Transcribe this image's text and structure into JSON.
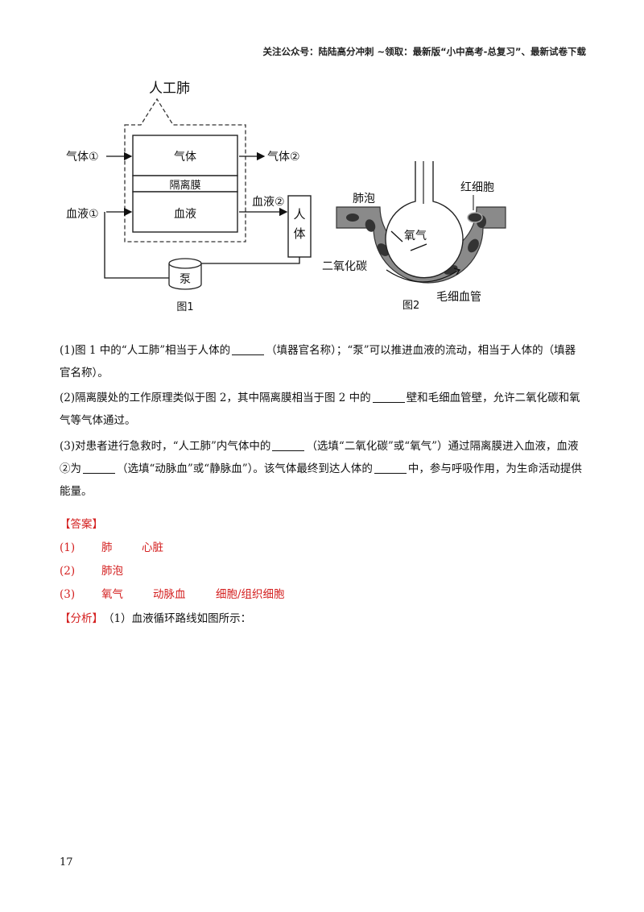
{
  "header": {
    "text": "关注公众号：陆陆高分冲刺 ~领取：最新版“小中高考-总复习”、最新试卷下载"
  },
  "figure1": {
    "title_label": "人工肺",
    "gas_in": "气体①",
    "gas_out": "气体②",
    "gas_box": "气体",
    "membrane": "隔离膜",
    "blood_box": "血液",
    "blood_in": "血液①",
    "blood_out": "血液②",
    "body": "人体",
    "body_chars": [
      "人",
      "体"
    ],
    "pump": "泵",
    "caption": "图1"
  },
  "figure2": {
    "alveolus": "肺泡",
    "rbc": "红细胞",
    "oxygen": "氧气",
    "co2": "二氧化碳",
    "capillary": "毛细血管",
    "caption": "图2"
  },
  "questions": {
    "q1_a": "(1)图 1 中的“人工肺”相当于人体的",
    "q1_b": "（填器官名称）；“泵”可以推进血液的流动，相当于人体的",
    "q1_c": "（填器官名称）。",
    "q2_a": "(2)隔离膜处的工作原理类似于图 2，其中隔离膜相当于图 2 中的",
    "q2_b": "壁和毛细血管壁，允许二氧化碳和氧气等气体通过。",
    "q3_a": "(3)对患者进行急救时，“人工肺”内气体中的",
    "q3_b": "（选填“二氧化碳”或“氧气”）通过隔离膜进入血液，血液②为",
    "q3_c": "（选填“动脉血”或“静脉血”）。该气体最终到达人体的",
    "q3_d": "中，参与呼吸作用，为生命活动提供能量。"
  },
  "answer": {
    "heading": "【答案】",
    "rows": [
      {
        "num": "(1)",
        "items": [
          "肺",
          "心脏"
        ]
      },
      {
        "num": "(2)",
        "items": [
          "肺泡"
        ]
      },
      {
        "num": "(3)",
        "items": [
          "氧气",
          "动脉血",
          "细胞/组织细胞"
        ]
      }
    ]
  },
  "analysis": {
    "heading": "【分析】",
    "text": "（1）血液循环路线如图所示："
  },
  "page_number": "17"
}
